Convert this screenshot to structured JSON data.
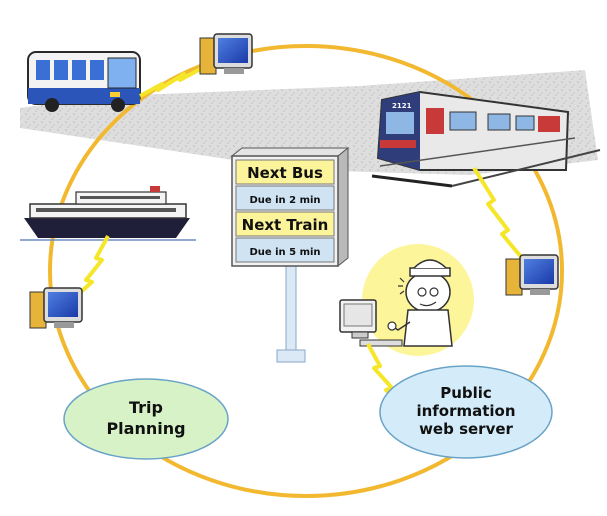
{
  "sign": {
    "line1": "Next Bus",
    "line2": "Due in 2 min",
    "line3": "Next Train",
    "line4": "Due in 5 min"
  },
  "trip_planning": {
    "line1": "Trip",
    "line2": "Planning"
  },
  "web_server": {
    "line1": "Public",
    "line2": "information",
    "line3": "web server"
  },
  "train_number": "2121",
  "colors": {
    "ring": "#f2b830",
    "lightning": "#f5e62a",
    "sign_yellow": "#fbf49a",
    "sign_blue": "#cfe3f3",
    "ellipse_green": "#d6f2c6",
    "ellipse_blue": "#d4ecf9",
    "sun": "#fcf59a"
  },
  "icons": {
    "bus": "bus-icon",
    "train": "train-icon",
    "ferry": "ferry-icon",
    "computer": "computer-icon",
    "person": "person-at-computer-icon"
  }
}
